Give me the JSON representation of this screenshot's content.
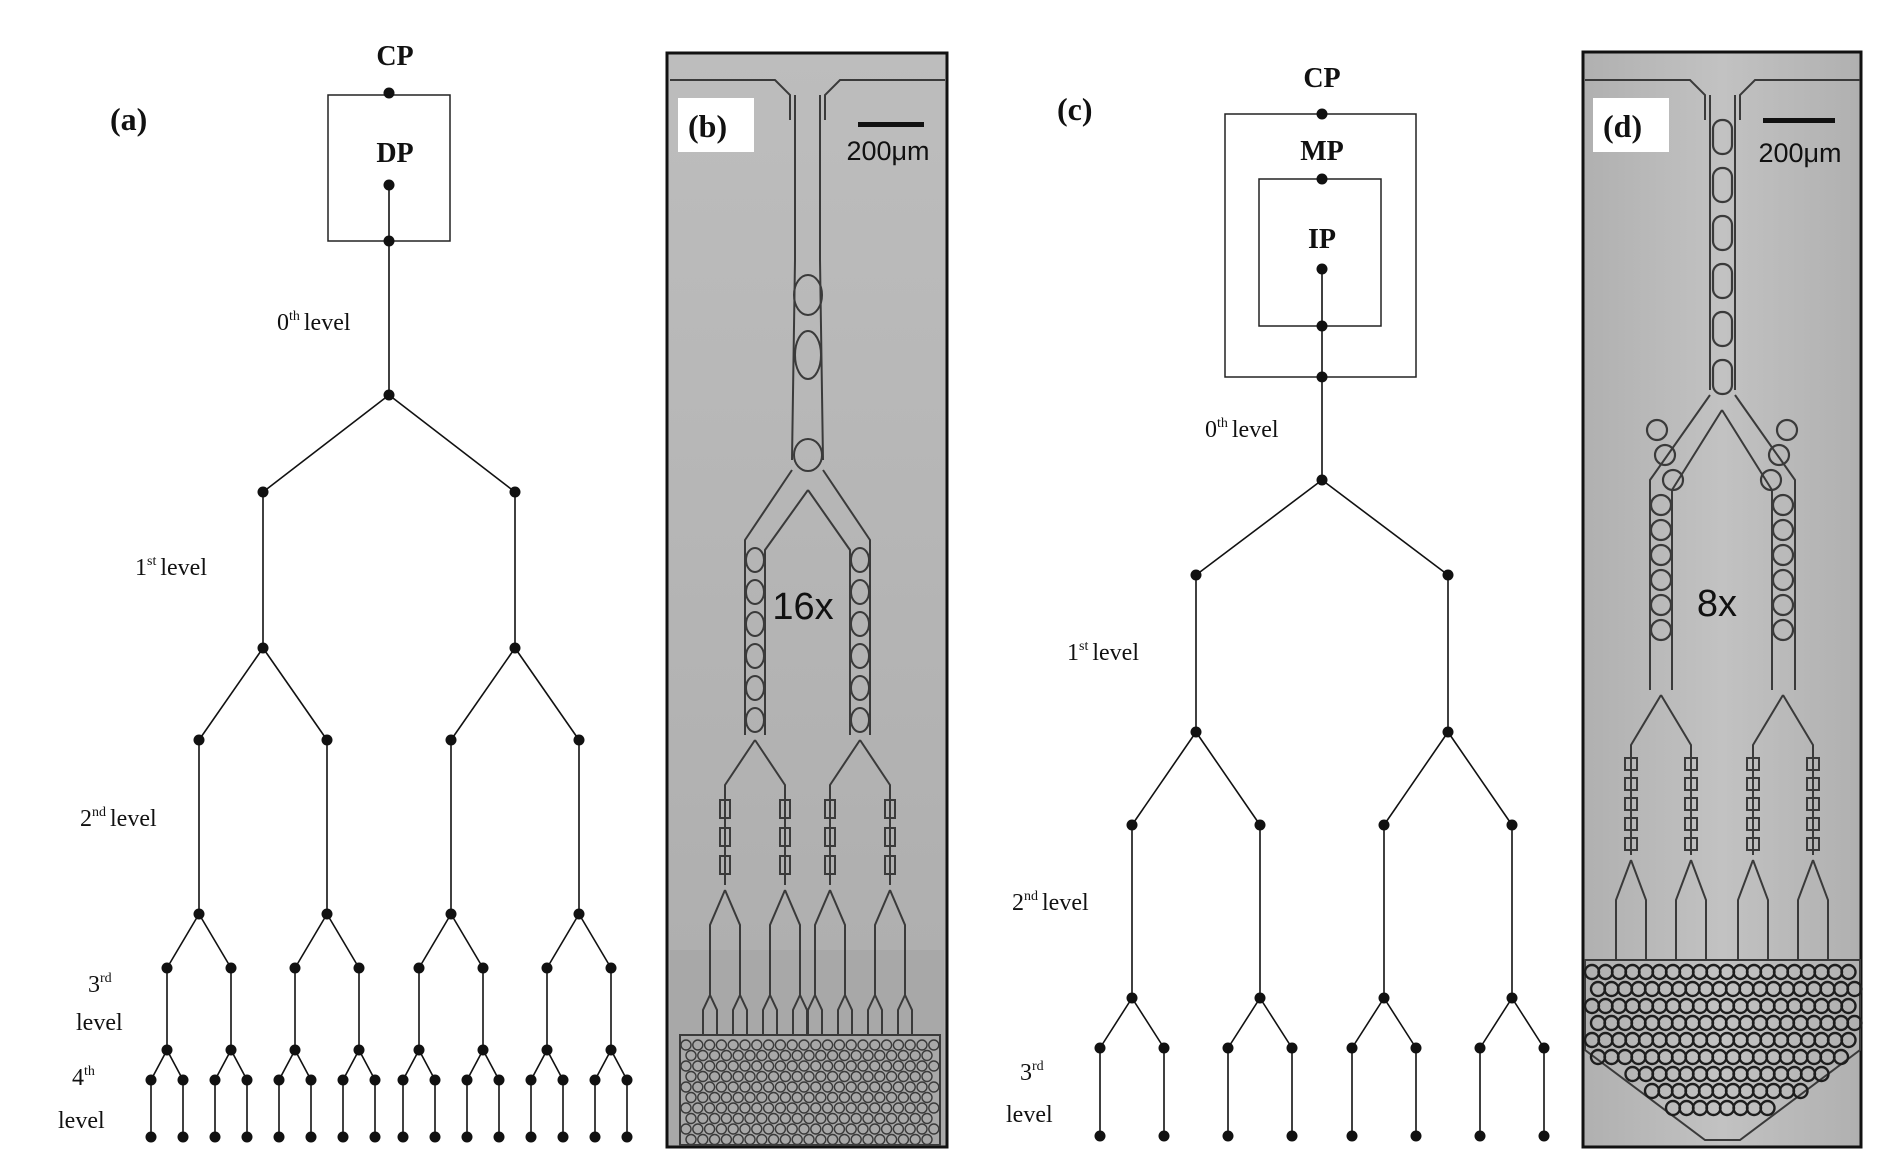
{
  "panels": {
    "a": {
      "label": "(a)",
      "top_node": "CP",
      "box_node": "DP",
      "levels": [
        {
          "num": "0",
          "sup": "th",
          "text": "level"
        },
        {
          "num": "1",
          "sup": "st",
          "text": "level"
        },
        {
          "num": "2",
          "sup": "nd",
          "text": "level"
        },
        {
          "num": "3",
          "sup": "rd",
          "text": "level"
        },
        {
          "num": "4",
          "sup": "th",
          "text": "level"
        }
      ],
      "depth": 5
    },
    "b": {
      "label": "(b)",
      "scale_bar": "200μm",
      "multiplier": "16x"
    },
    "c": {
      "label": "(c)",
      "top_node": "CP",
      "outer_box_node": "MP",
      "inner_box_node": "IP",
      "levels": [
        {
          "num": "0",
          "sup": "th",
          "text": "level"
        },
        {
          "num": "1",
          "sup": "st",
          "text": "level"
        },
        {
          "num": "2",
          "sup": "nd",
          "text": "level"
        },
        {
          "num": "3",
          "sup": "rd",
          "text": "level"
        }
      ],
      "depth": 4
    },
    "d": {
      "label": "(d)",
      "scale_bar": "200μm",
      "multiplier": "8x"
    }
  },
  "colors": {
    "line": "#111111",
    "photo_bg": "#b4b4b4",
    "channel": "#3a3a3a"
  }
}
